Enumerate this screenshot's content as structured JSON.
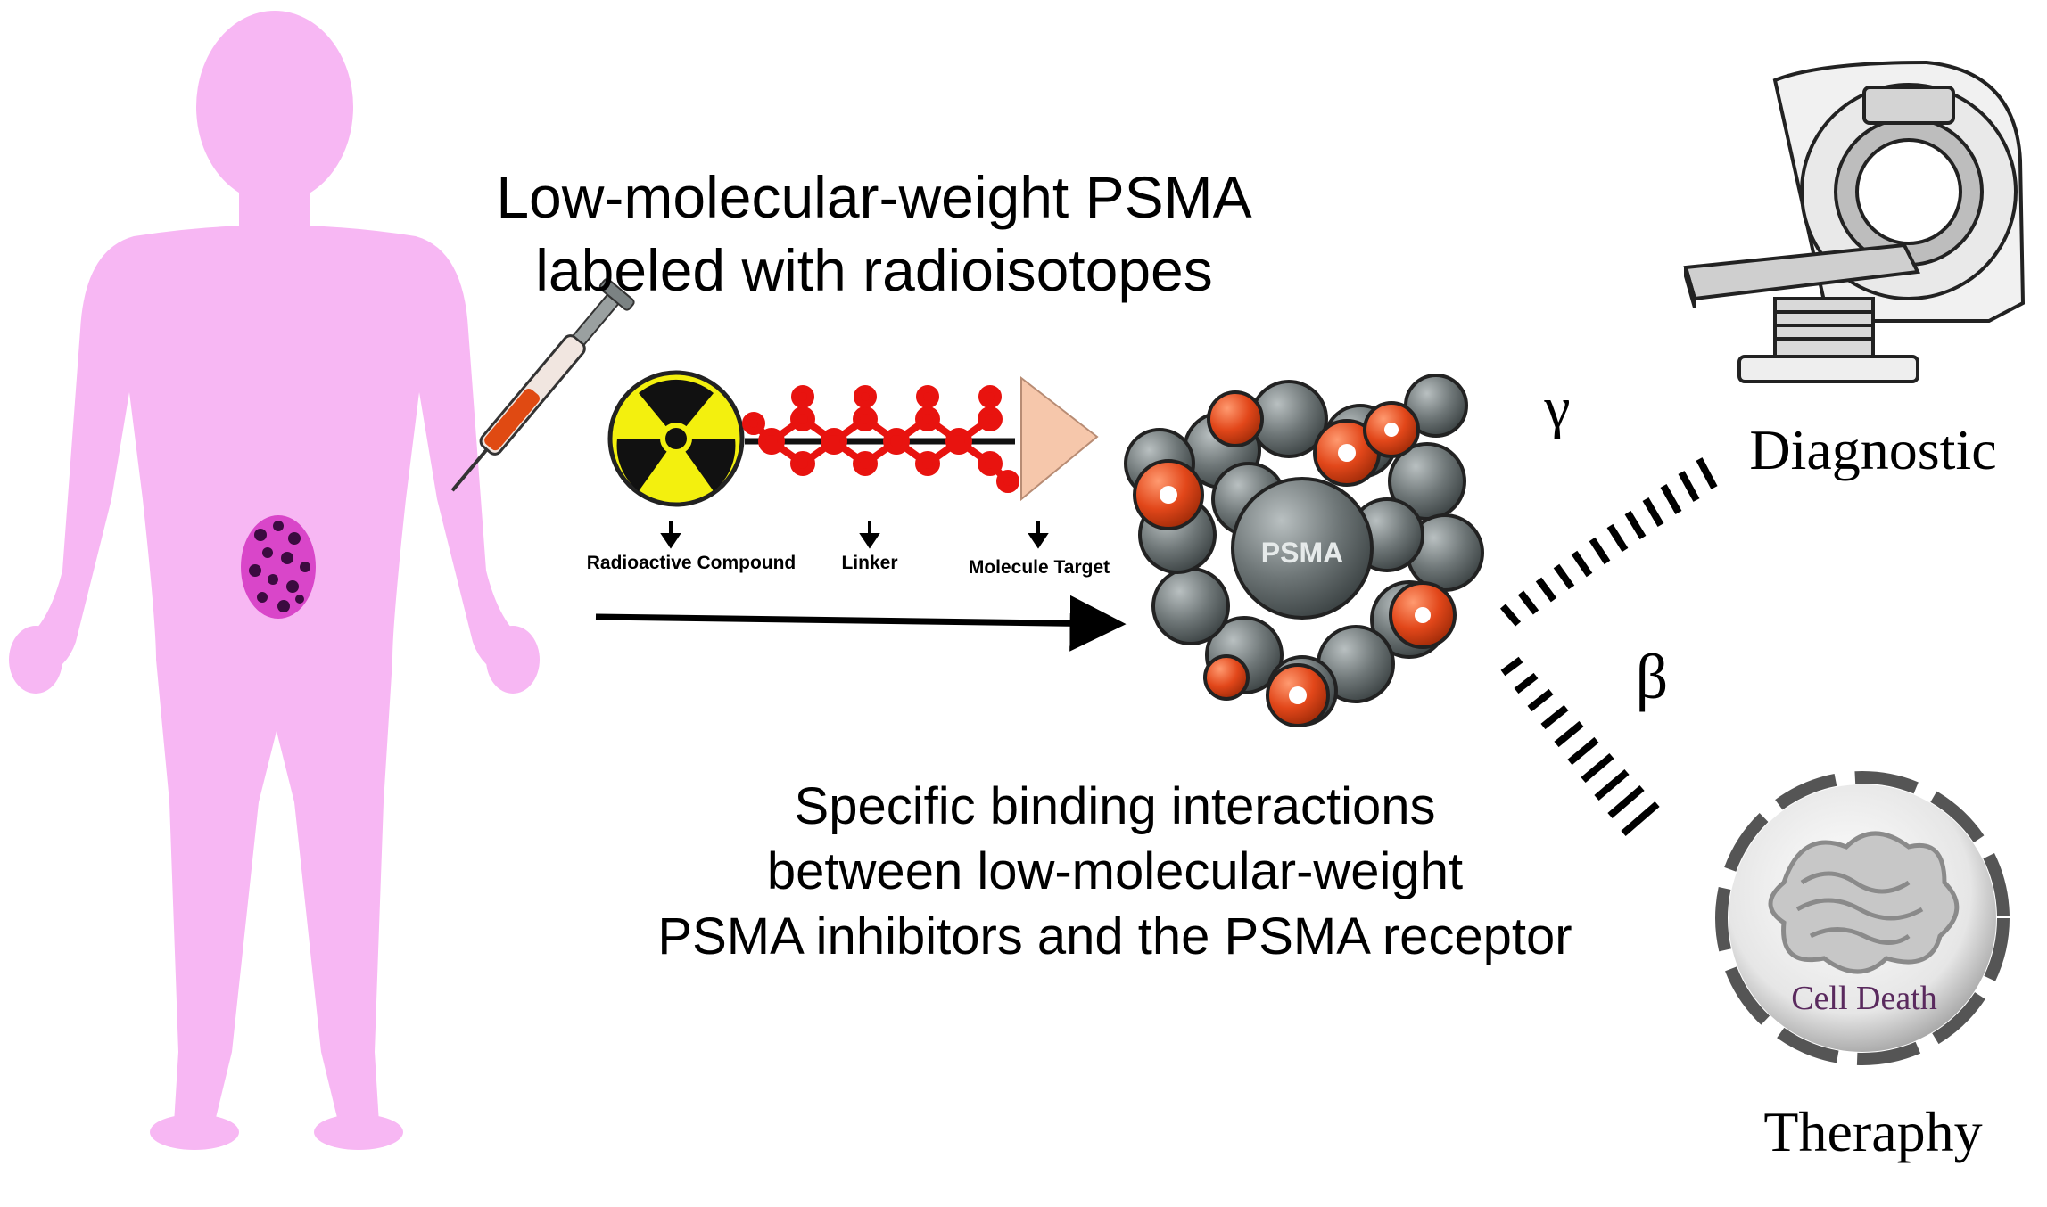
{
  "title": {
    "line1": "Low-molecular-weight PSMA",
    "line2": "labeled with radioisotopes"
  },
  "construct": {
    "radioactive_label": "Radioactive Compound",
    "linker_label": "Linker",
    "target_label": "Molecule Target"
  },
  "cluster": {
    "center_label": "PSMA"
  },
  "emissions": {
    "gamma": "γ",
    "beta": "β"
  },
  "outcomes": {
    "diagnostic": "Diagnostic",
    "therapy": "Theraphy",
    "cell_death": "Cell Death"
  },
  "binding": {
    "line1": "Specific binding interactions",
    "line2": "between low-molecular-weight",
    "line3": "PSMA inhibitors and the PSMA receptor"
  },
  "colors": {
    "body_pink": "#f7b7f3",
    "tumor_purple": "#9a1aa8",
    "radiation_yellow": "#f3f00e",
    "linker_red": "#e8130f",
    "target_peach": "#f6c7ab",
    "sphere_gray": "#6e7677",
    "sphere_red": "#e2471a"
  },
  "icons": [
    "human-silhouette",
    "syringe-icon",
    "radiation-symbol-icon",
    "ct-scanner-icon",
    "cell-icon"
  ]
}
